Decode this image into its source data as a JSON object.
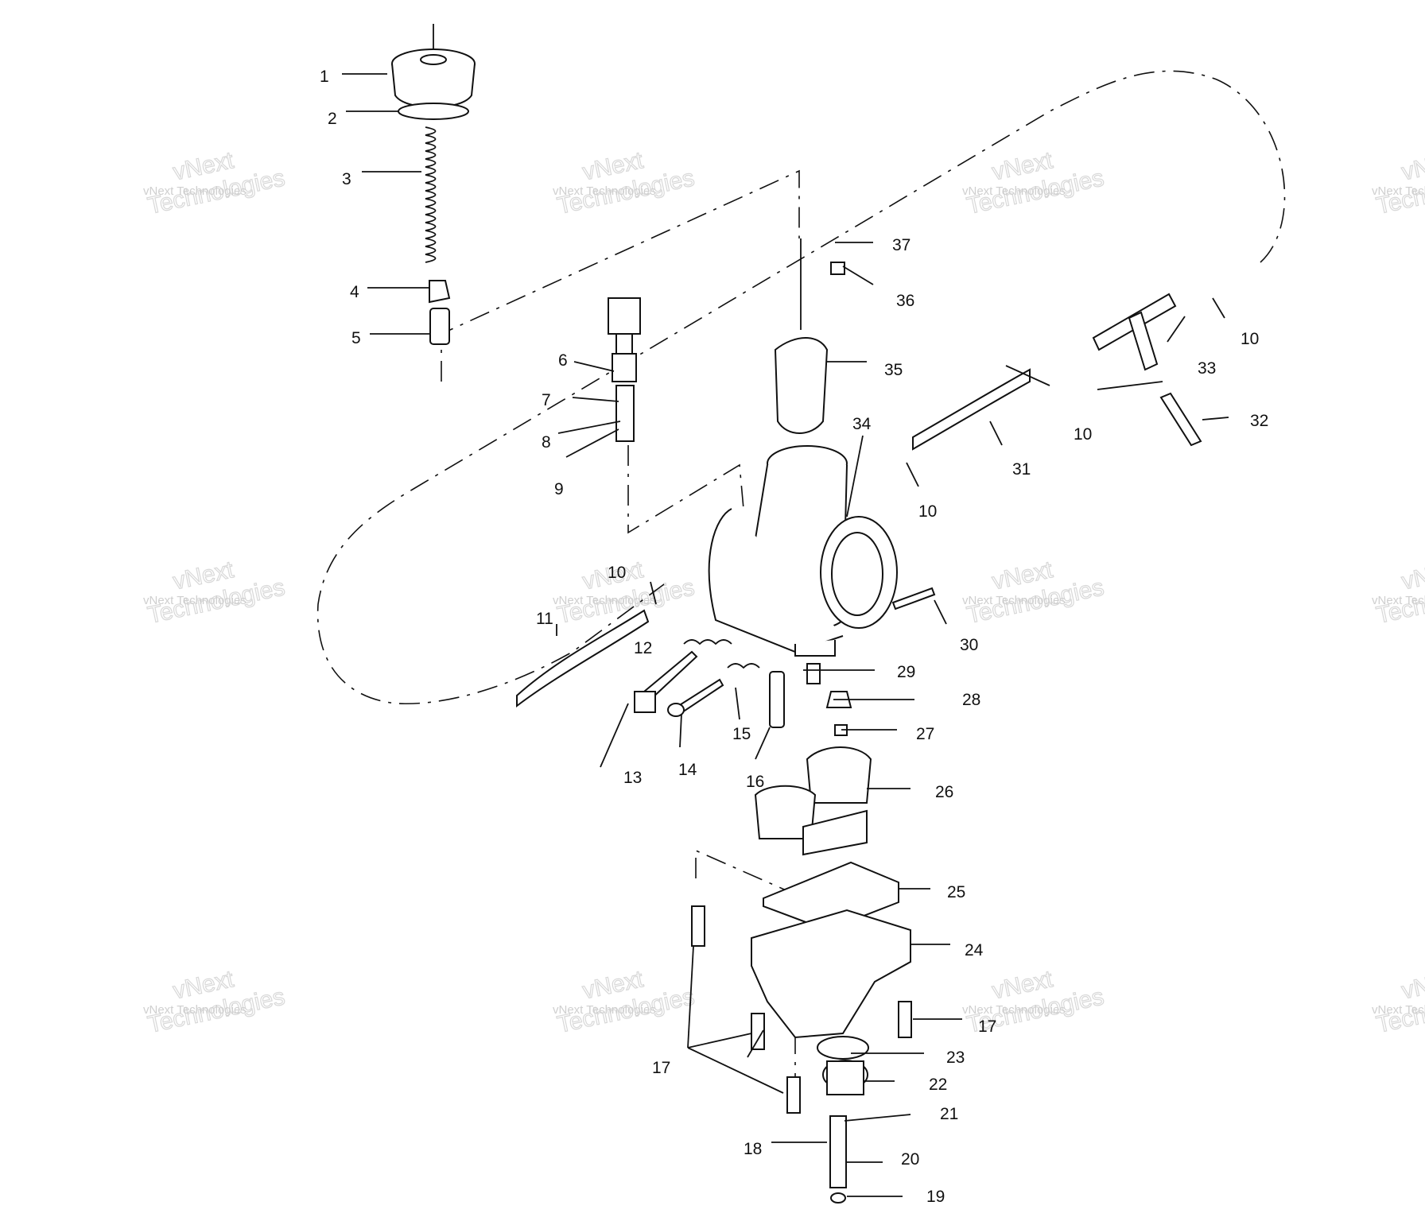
{
  "watermark": {
    "line1": "vNext Technologies",
    "line2": "vNext",
    "line3": "Technologies"
  },
  "callouts": [
    "1",
    "2",
    "3",
    "4",
    "5",
    "6",
    "7",
    "8",
    "9",
    "10",
    "10",
    "10",
    "10",
    "10",
    "11",
    "12",
    "13",
    "14",
    "15",
    "16",
    "17",
    "17",
    "18",
    "19",
    "20",
    "21",
    "22",
    "23",
    "24",
    "25",
    "26",
    "27",
    "28",
    "29",
    "30",
    "31",
    "32",
    "33",
    "34",
    "35",
    "36",
    "37"
  ]
}
